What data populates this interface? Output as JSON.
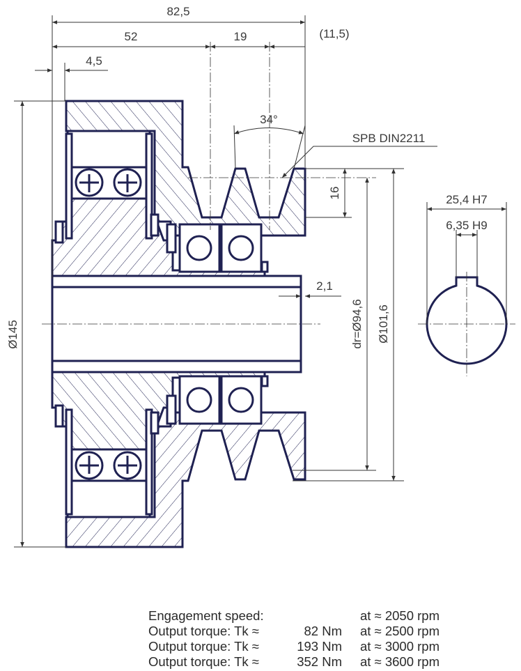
{
  "colors": {
    "outline": "#1f2152",
    "dimension": "#333333",
    "background": "#ffffff"
  },
  "dimensions": {
    "overall_length": "82,5",
    "length_52": "52",
    "groove_pitch": "19",
    "offset_paren": "(11,5)",
    "length_4_5": "4,5",
    "outer_diameter": "Ø145",
    "groove_angle": "34°",
    "belt_profile": "SPB DIN2211",
    "groove_depth": "16",
    "clearance": "2,1",
    "datum_diameter": "dr=Ø94,6",
    "pulley_diameter": "Ø101,6",
    "bore": "25,4 H7",
    "keyway": "6,35 H9"
  },
  "specs": [
    {
      "label": "Engagement speed:",
      "torque": "",
      "speed": "at ≈ 2050 rpm"
    },
    {
      "label": "Output torque: Tk ≈",
      "torque": "82 Nm",
      "speed": "at ≈ 2500 rpm"
    },
    {
      "label": "Output torque: Tk ≈",
      "torque": "193 Nm",
      "speed": "at ≈ 3000 rpm"
    },
    {
      "label": "Output torque: Tk ≈",
      "torque": "352 Nm",
      "speed": "at ≈ 3600 rpm"
    }
  ]
}
